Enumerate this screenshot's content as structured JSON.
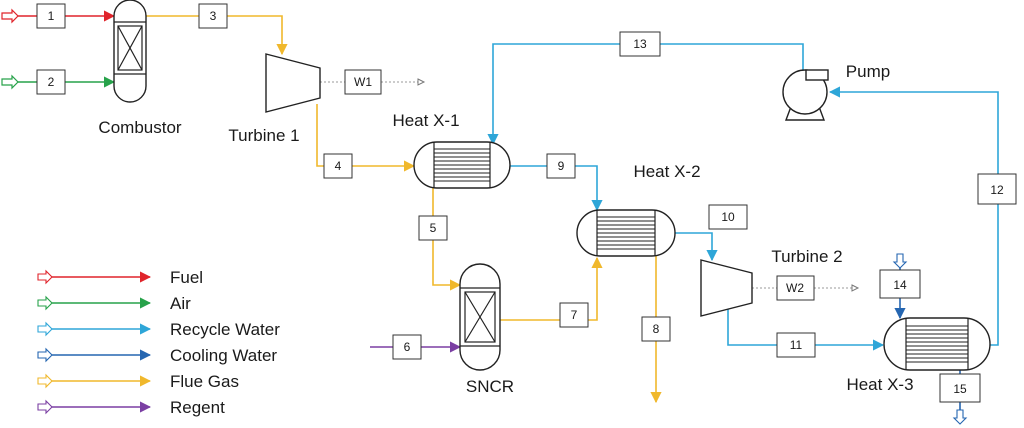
{
  "colors": {
    "fuel": "#e0242b",
    "air": "#27a24a",
    "recycle_water": "#2ea6d8",
    "cooling_water": "#2566b1",
    "flue_gas": "#f0b82c",
    "regent": "#7b3fa3",
    "work": "#9a9a9a"
  },
  "equipment": {
    "combustor": "Combustor",
    "turbine1": "Turbine 1",
    "turbine2": "Turbine 2",
    "heatx1": "Heat X-1",
    "heatx2": "Heat X-2",
    "heatx3": "Heat X-3",
    "sncr": "SNCR",
    "pump": "Pump"
  },
  "streams": {
    "s1": "1",
    "s2": "2",
    "s3": "3",
    "s4": "4",
    "s5": "5",
    "s6": "6",
    "s7": "7",
    "s8": "8",
    "s9": "9",
    "s10": "10",
    "s11": "11",
    "s12": "12",
    "s13": "13",
    "s14": "14",
    "s15": "15",
    "w1": "W1",
    "w2": "W2"
  },
  "legend": [
    {
      "label": "Fuel",
      "color_key": "fuel"
    },
    {
      "label": "Air",
      "color_key": "air"
    },
    {
      "label": "Recycle Water",
      "color_key": "recycle_water"
    },
    {
      "label": "Cooling Water",
      "color_key": "cooling_water"
    },
    {
      "label": "Flue Gas",
      "color_key": "flue_gas"
    },
    {
      "label": "Regent",
      "color_key": "regent"
    }
  ]
}
